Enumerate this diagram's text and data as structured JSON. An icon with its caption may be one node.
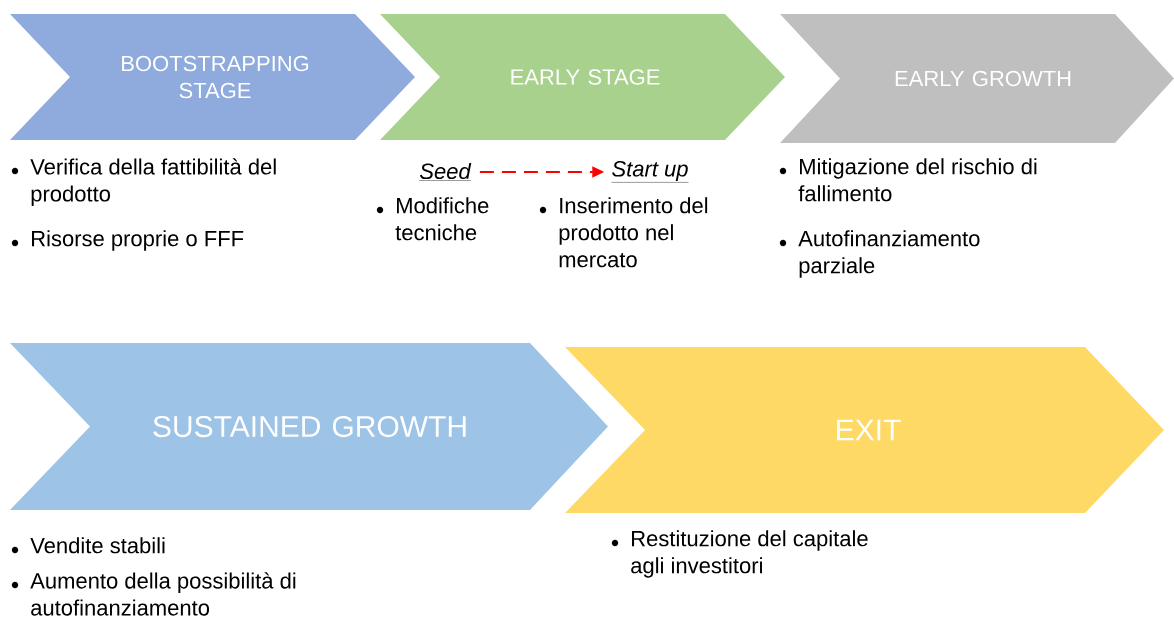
{
  "diagram": {
    "nodes": [
      {
        "text": [
          "BOOTSTRAPPING STAGE"
        ],
        "beside": [
          "Verifica della fattibilità del prodotto",
          "Risorse proprie o FFF"
        ]
      },
      {
        "text": [
          "EARLY STAGE"
        ]
      },
      {
        "text": [
          "EARLY GROWTH"
        ],
        "beside": [
          "Mitigazione del rischio di fallimento",
          "Autofinanziamento parziale"
        ]
      },
      {
        "text": [
          "SUSTAINED GROWTH"
        ],
        "beside": [
          "Vendite stabili",
          "Aumento della possibilità di autofinanziamento"
        ]
      },
      {
        "text": [
          "EXIT"
        ],
        "beside": [
          "Restituzione del capitale agli investitori"
        ]
      },
      {
        "text": [
          "Seed"
        ],
        "beside": [
          "Modifiche tecniche"
        ]
      },
      {
        "text": [
          "Start up"
        ],
        "beside": [
          "Inserimento del prodotto nel mercato"
        ]
      }
    ],
    "edges": [
      {
        "from": 5,
        "to": 6,
        "arrow": "to",
        "style": "dashed",
        "color": "#ff0000"
      }
    ]
  }
}
